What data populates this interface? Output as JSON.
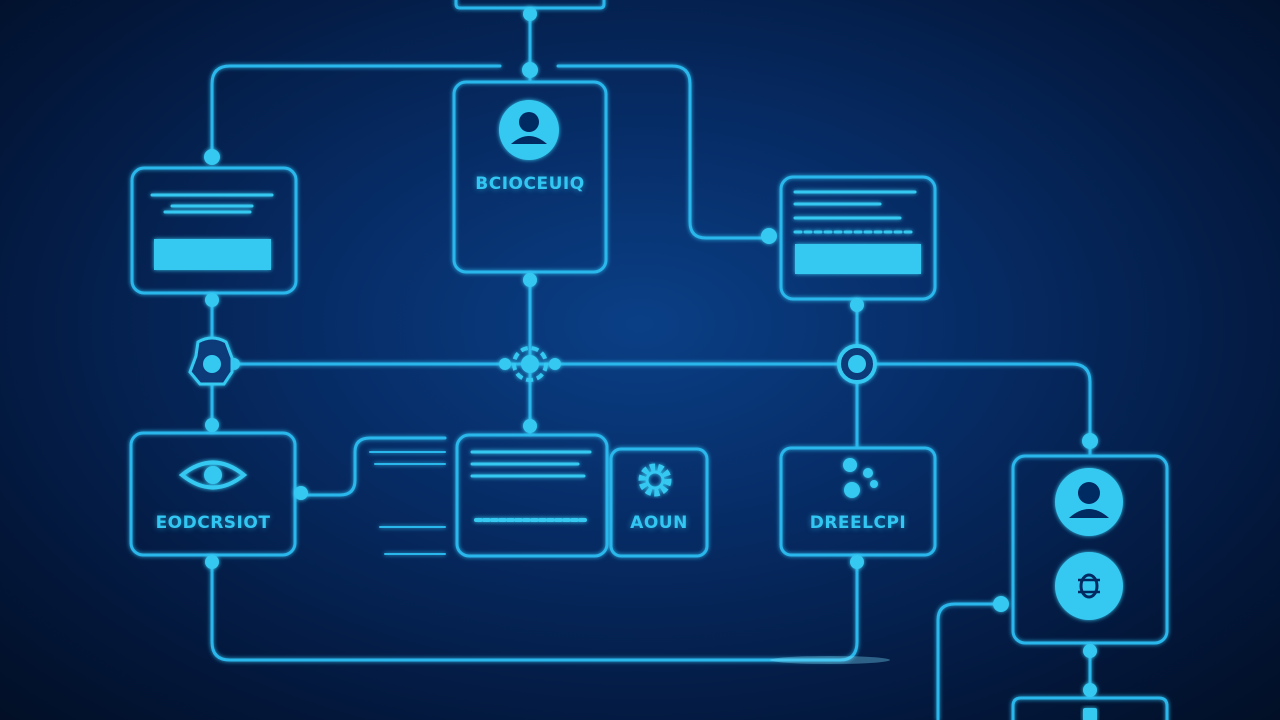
{
  "diagram": {
    "colors": {
      "line": "#2bb8ec",
      "fill": "#35c9f2",
      "background": "#062a62"
    },
    "labels": {
      "top_center": "BCIOCEUIQ",
      "left_mid": "EODCRSIOT",
      "center_small": "AOUN",
      "right_mid": "DREELCPI"
    },
    "icons": [
      "user-icon",
      "eye-icon",
      "gear-icon",
      "settings-icon",
      "bug-icon",
      "hub-icon"
    ]
  }
}
